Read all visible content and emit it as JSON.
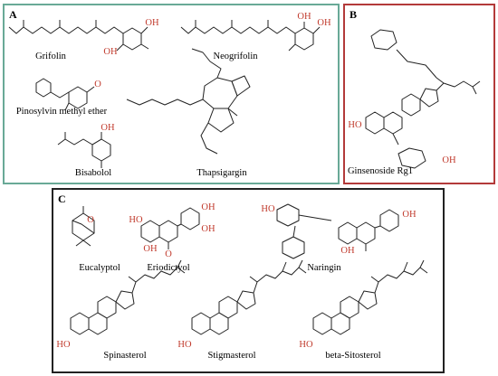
{
  "panels": [
    {
      "letter": "A",
      "border": "#69a997"
    },
    {
      "letter": "B",
      "border": "#b33a3a"
    },
    {
      "letter": "C",
      "border": "#222222"
    }
  ],
  "compounds": {
    "grifolin": "Grifolin",
    "neogrifolin": "Neogrifolin",
    "pinosylvin": "Pinosylvin methyl ether",
    "bisabolol": "Bisabolol",
    "thapsigargin": "Thapsigargin",
    "ginsenoside": "Ginsenoside Rg1",
    "eucalyptol": "Eucalyptol",
    "eriodictyol": "Eriodictyol",
    "naringin": "Naringin",
    "spinasterol": "Spinasterol",
    "stigmasterol": "Stigmasterol",
    "sitosterol": "beta-Sitosterol"
  },
  "atoms": {
    "oh": "OH",
    "ho": "HO",
    "o": "O"
  },
  "colors": {
    "heteroatom": "#c0392b",
    "bond": "#222222"
  }
}
